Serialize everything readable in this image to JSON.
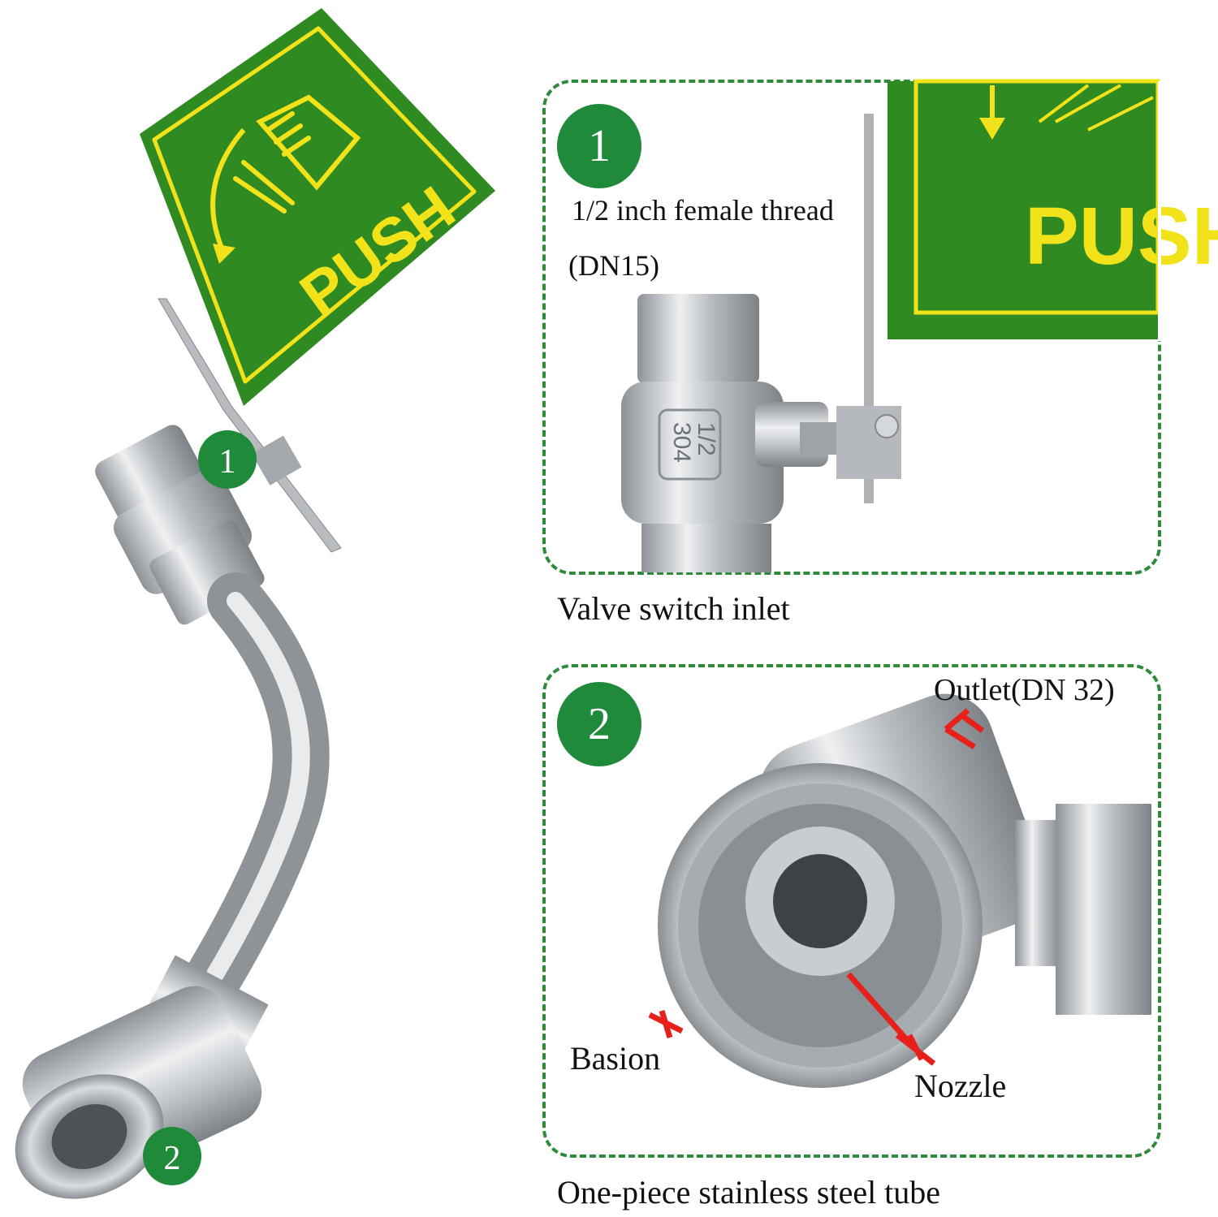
{
  "colors": {
    "badge_green": "#1f8a3a",
    "panel_border": "#2e8b3a",
    "sign_green": "#2f8a22",
    "sign_yellow": "#f2e21a",
    "steel": "#c8ccd0",
    "arrow_red": "#e8201c"
  },
  "sign": {
    "text": "PUSH"
  },
  "main_labels": {
    "badge1": "1",
    "badge2": "2"
  },
  "panel1": {
    "badge": "1",
    "thread_label": "1/2 inch female thread",
    "dn_label": "(DN15)",
    "valve_marking_1": "1/2",
    "valve_marking_2": "304",
    "caption": "Valve switch inlet"
  },
  "panel2": {
    "badge": "2",
    "outlet_label": "Outlet(DN 32)",
    "basin_label": "Basion",
    "nozzle_label": "Nozzle",
    "caption": "One-piece stainless steel tube"
  }
}
